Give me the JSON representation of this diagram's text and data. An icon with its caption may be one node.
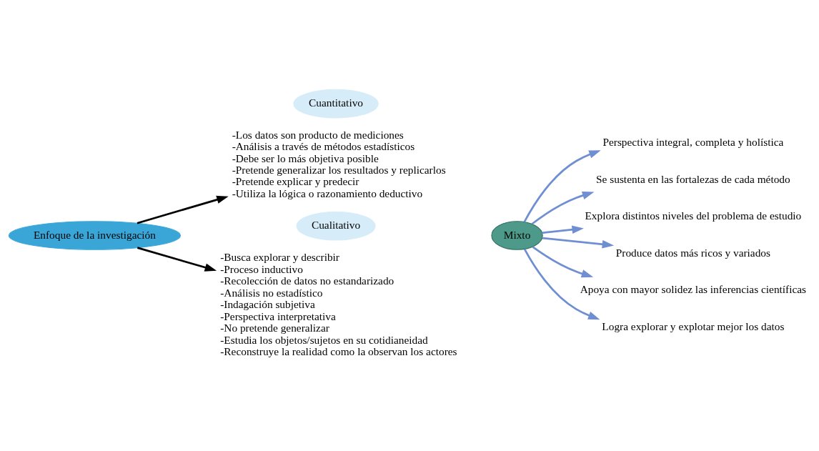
{
  "diagram": {
    "nodes": [
      {
        "text": [
          "Enfoque de la investigación"
        ]
      },
      {
        "text": [
          "Cuantitativo"
        ]
      },
      {
        "text": [
          "-Los datos son producto de mediciones",
          "-Análisis a través de métodos estadísticos",
          "-Debe ser lo más objetiva posible",
          "-Pretende generalizar los resultados y replicarlos",
          "-Pretende explicar y predecir",
          "-Utiliza la lógica o razonamiento deductivo"
        ]
      },
      {
        "text": [
          "Cualitativo"
        ]
      },
      {
        "text": [
          "-Busca explorar y describir",
          "-Proceso inductivo",
          "-Recolección de datos no estandarizado",
          "-Análisis no estadístico",
          "-Indagación subjetiva",
          "-Perspectiva interpretativa",
          "-No pretende generalizar",
          "-Estudia los objetos/sujetos en su cotidianeidad",
          "-Reconstruye la realidad como la observan los actores"
        ]
      },
      {
        "text": [
          "Mixto"
        ]
      },
      {
        "text": [
          "Perspectiva integral, completa y holística"
        ]
      },
      {
        "text": [
          "Se sustenta en las fortalezas de cada método"
        ]
      },
      {
        "text": [
          "Explora distintos niveles del problema de estudio"
        ]
      },
      {
        "text": [
          "Produce datos más ricos y variados"
        ]
      },
      {
        "text": [
          "Apoya con mayor solidez las inferencias científicas"
        ]
      },
      {
        "text": [
          "Logra explorar y explotar mejor los datos"
        ]
      }
    ],
    "edges": [
      {
        "from": 0,
        "to": 2,
        "arrow": "to",
        "color": "#000000"
      },
      {
        "from": 0,
        "to": 4,
        "arrow": "to",
        "color": "#000000"
      },
      {
        "from": 5,
        "to": 6,
        "arrow": "to"
      },
      {
        "from": 5,
        "to": 7,
        "arrow": "to"
      },
      {
        "from": 5,
        "to": 8,
        "arrow": "to"
      },
      {
        "from": 5,
        "to": 9,
        "arrow": "to"
      },
      {
        "from": 5,
        "to": 10,
        "arrow": "to"
      },
      {
        "from": 5,
        "to": 11,
        "arrow": "to"
      }
    ]
  }
}
